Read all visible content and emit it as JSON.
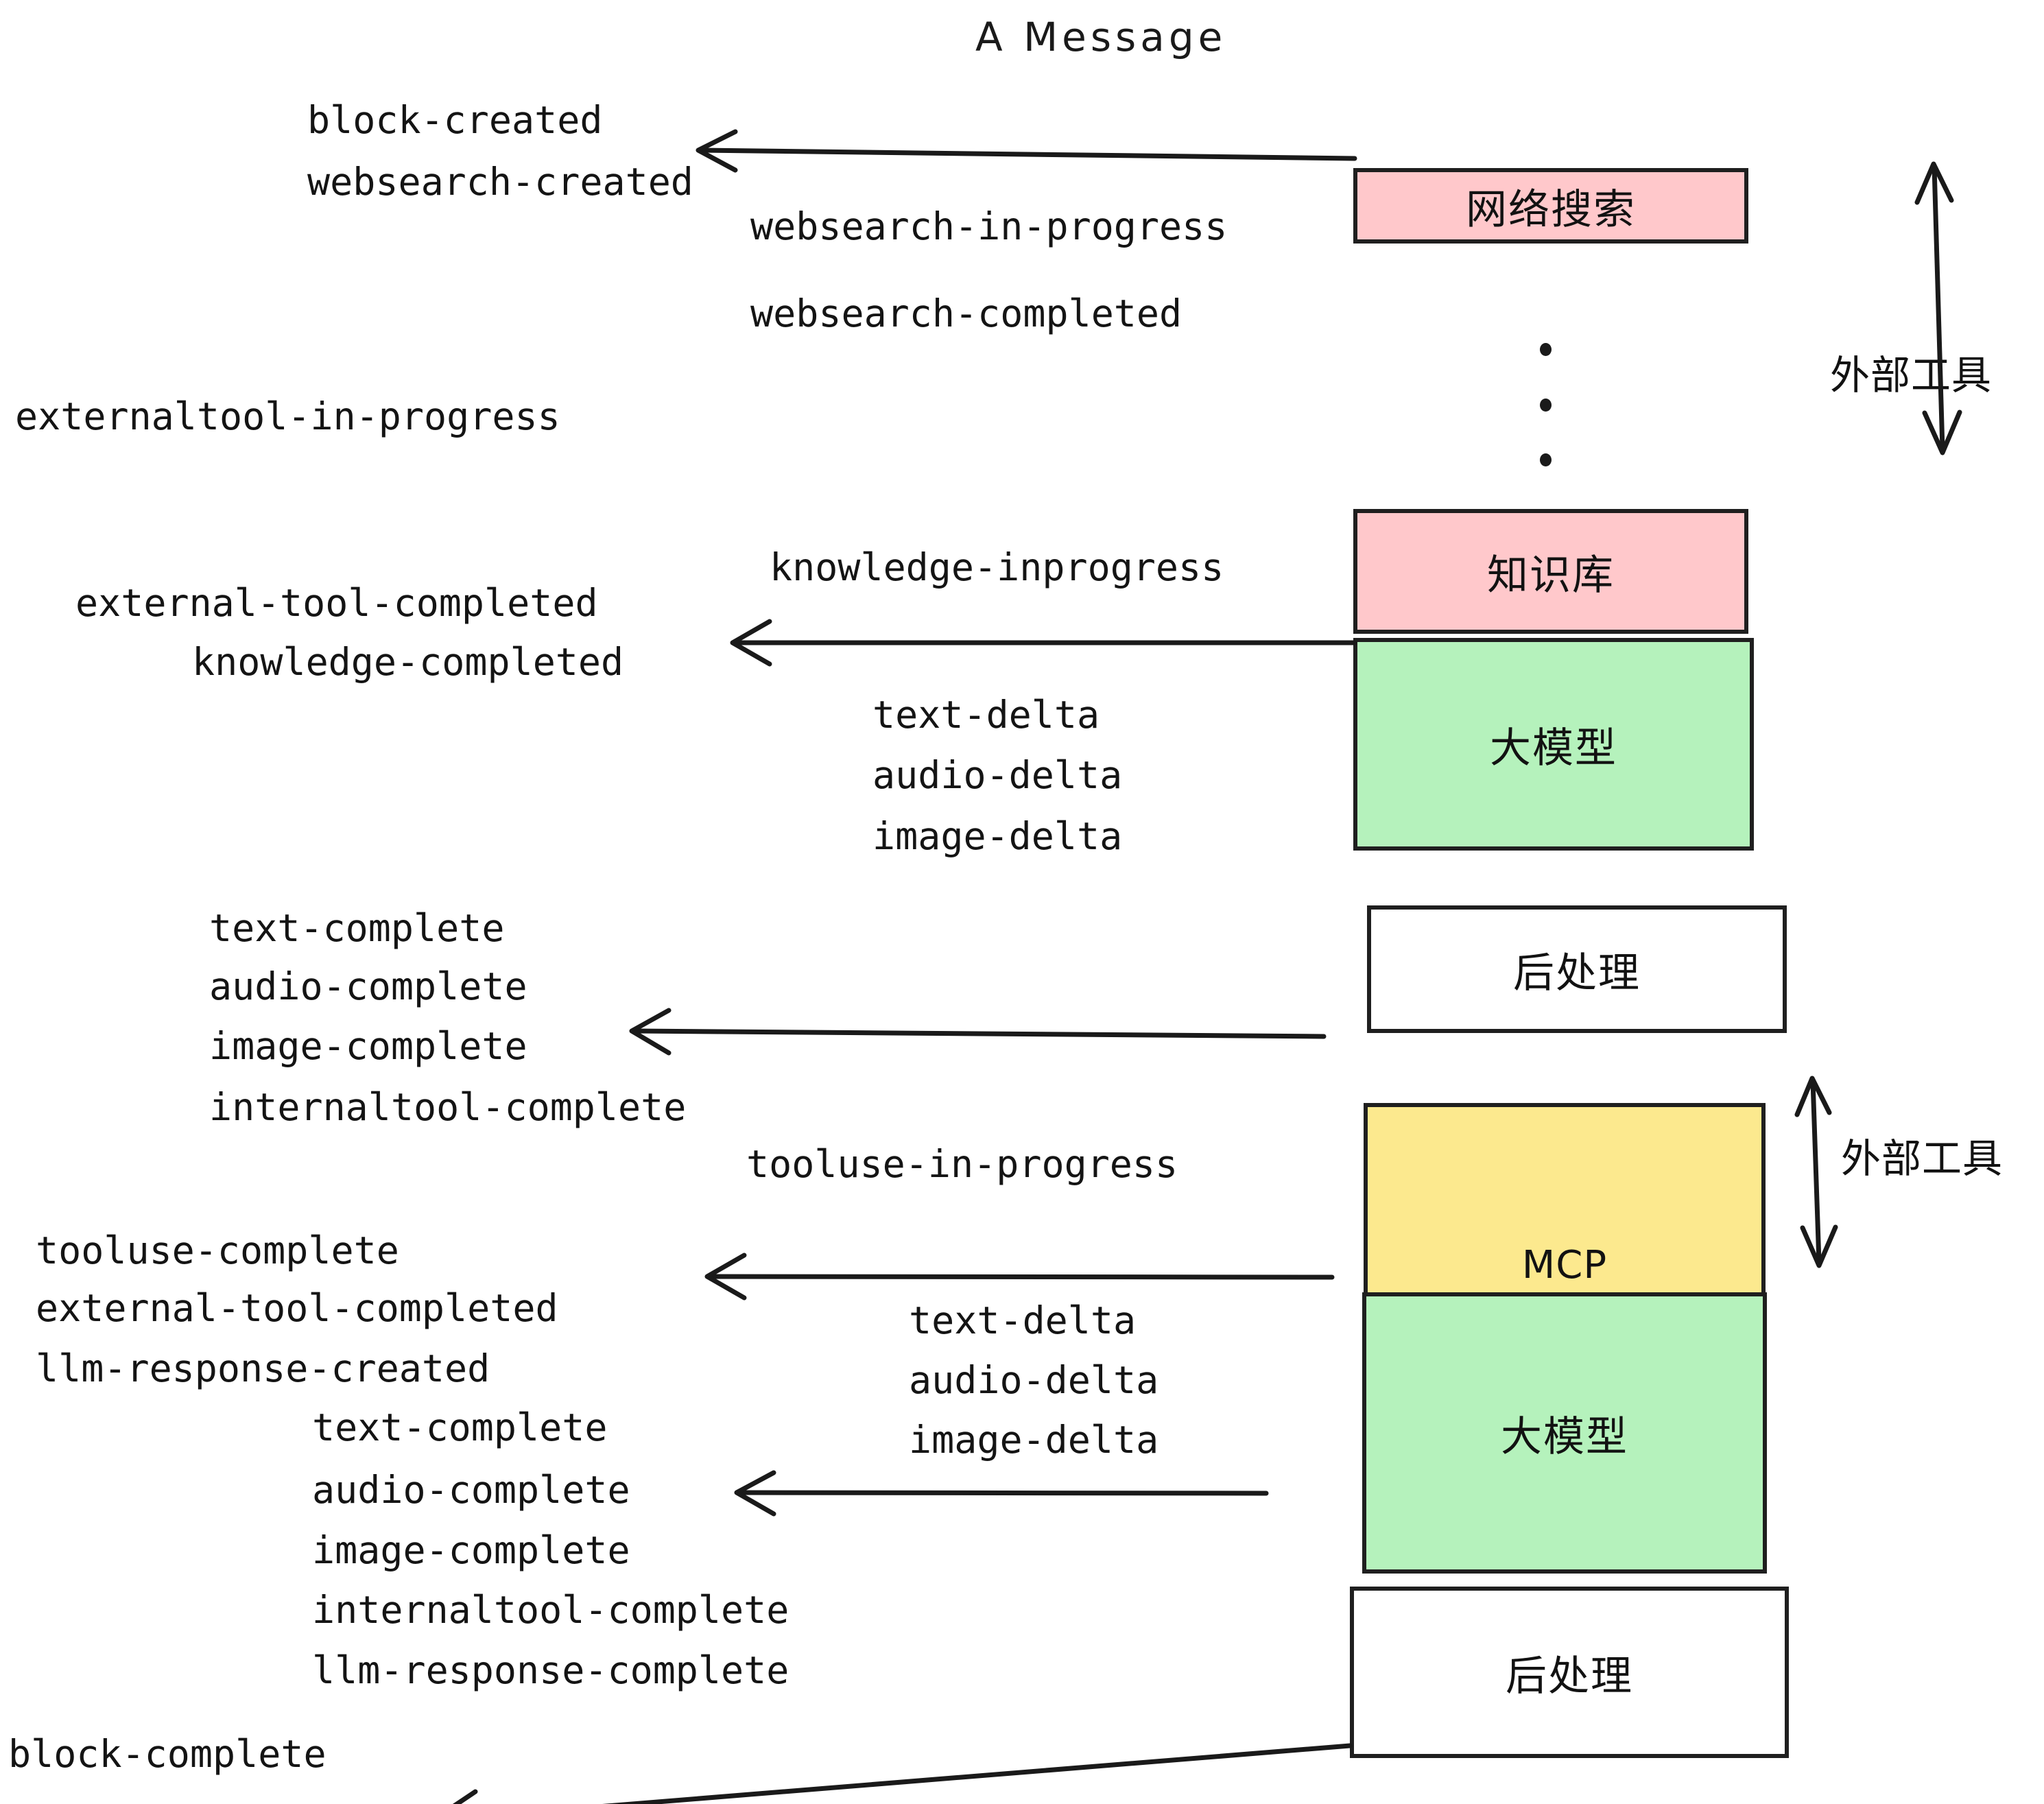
{
  "title": "A Message",
  "colors": {
    "pink": "#FFC8CB",
    "green": "#B5F2BC",
    "yellow": "#FCE98E",
    "white": "#FFFFFF",
    "stroke": "#1F1F1F",
    "text": "#141414",
    "background": "#FFFFFF"
  },
  "nodes": [
    {
      "id": "websearch",
      "label": "网络搜索",
      "fill": "#FFC8CB",
      "script": "han"
    },
    {
      "id": "knowledge",
      "label": "知识库",
      "fill": "#FFC8CB",
      "script": "han"
    },
    {
      "id": "llm-1",
      "label": "大模型",
      "fill": "#B5F2BC",
      "script": "han"
    },
    {
      "id": "postprocess-1",
      "label": "后处理",
      "fill": "#FFFFFF",
      "script": "han"
    },
    {
      "id": "mcp",
      "label": "MCP",
      "fill": "#FCE98E",
      "script": "latin"
    },
    {
      "id": "llm-2",
      "label": "大模型",
      "fill": "#B5F2BC",
      "script": "han"
    },
    {
      "id": "postprocess-2",
      "label": "后处理",
      "fill": "#FFFFFF",
      "script": "han"
    }
  ],
  "side_labels": [
    {
      "id": "external-tools-top",
      "label": "外部工具"
    },
    {
      "id": "external-tools-bottom",
      "label": "外部工具"
    }
  ],
  "events": [
    {
      "id": "block-created",
      "label": "block-created"
    },
    {
      "id": "websearch-created",
      "label": "websearch-created"
    },
    {
      "id": "websearch-in-progress",
      "label": "websearch-in-progress"
    },
    {
      "id": "websearch-completed",
      "label": "websearch-completed"
    },
    {
      "id": "externaltool-in-progress",
      "label": "externaltool-in-progress"
    },
    {
      "id": "knowledge-inprogress",
      "label": "knowledge-inprogress"
    },
    {
      "id": "external-tool-completed-1",
      "label": "external-tool-completed"
    },
    {
      "id": "knowledge-completed",
      "label": "knowledge-completed"
    },
    {
      "id": "text-delta-1",
      "label": "text-delta"
    },
    {
      "id": "audio-delta-1",
      "label": "audio-delta"
    },
    {
      "id": "image-delta-1",
      "label": "image-delta"
    },
    {
      "id": "text-complete-1",
      "label": "text-complete"
    },
    {
      "id": "audio-complete-1",
      "label": "audio-complete"
    },
    {
      "id": "image-complete-1",
      "label": "image-complete"
    },
    {
      "id": "internaltool-complete-1",
      "label": "internaltool-complete"
    },
    {
      "id": "tooluse-in-progress",
      "label": "tooluse-in-progress"
    },
    {
      "id": "tooluse-complete",
      "label": "tooluse-complete"
    },
    {
      "id": "external-tool-completed-2",
      "label": "external-tool-completed"
    },
    {
      "id": "llm-response-created",
      "label": "llm-response-created"
    },
    {
      "id": "text-delta-2",
      "label": "text-delta"
    },
    {
      "id": "audio-delta-2",
      "label": "audio-delta"
    },
    {
      "id": "image-delta-2",
      "label": "image-delta"
    },
    {
      "id": "text-complete-2",
      "label": "text-complete"
    },
    {
      "id": "audio-complete-2",
      "label": "audio-complete"
    },
    {
      "id": "image-complete-2",
      "label": "image-complete"
    },
    {
      "id": "internaltool-complete-2",
      "label": "internaltool-complete"
    },
    {
      "id": "llm-response-complete",
      "label": "llm-response-complete"
    },
    {
      "id": "block-complete",
      "label": "block-complete"
    }
  ]
}
